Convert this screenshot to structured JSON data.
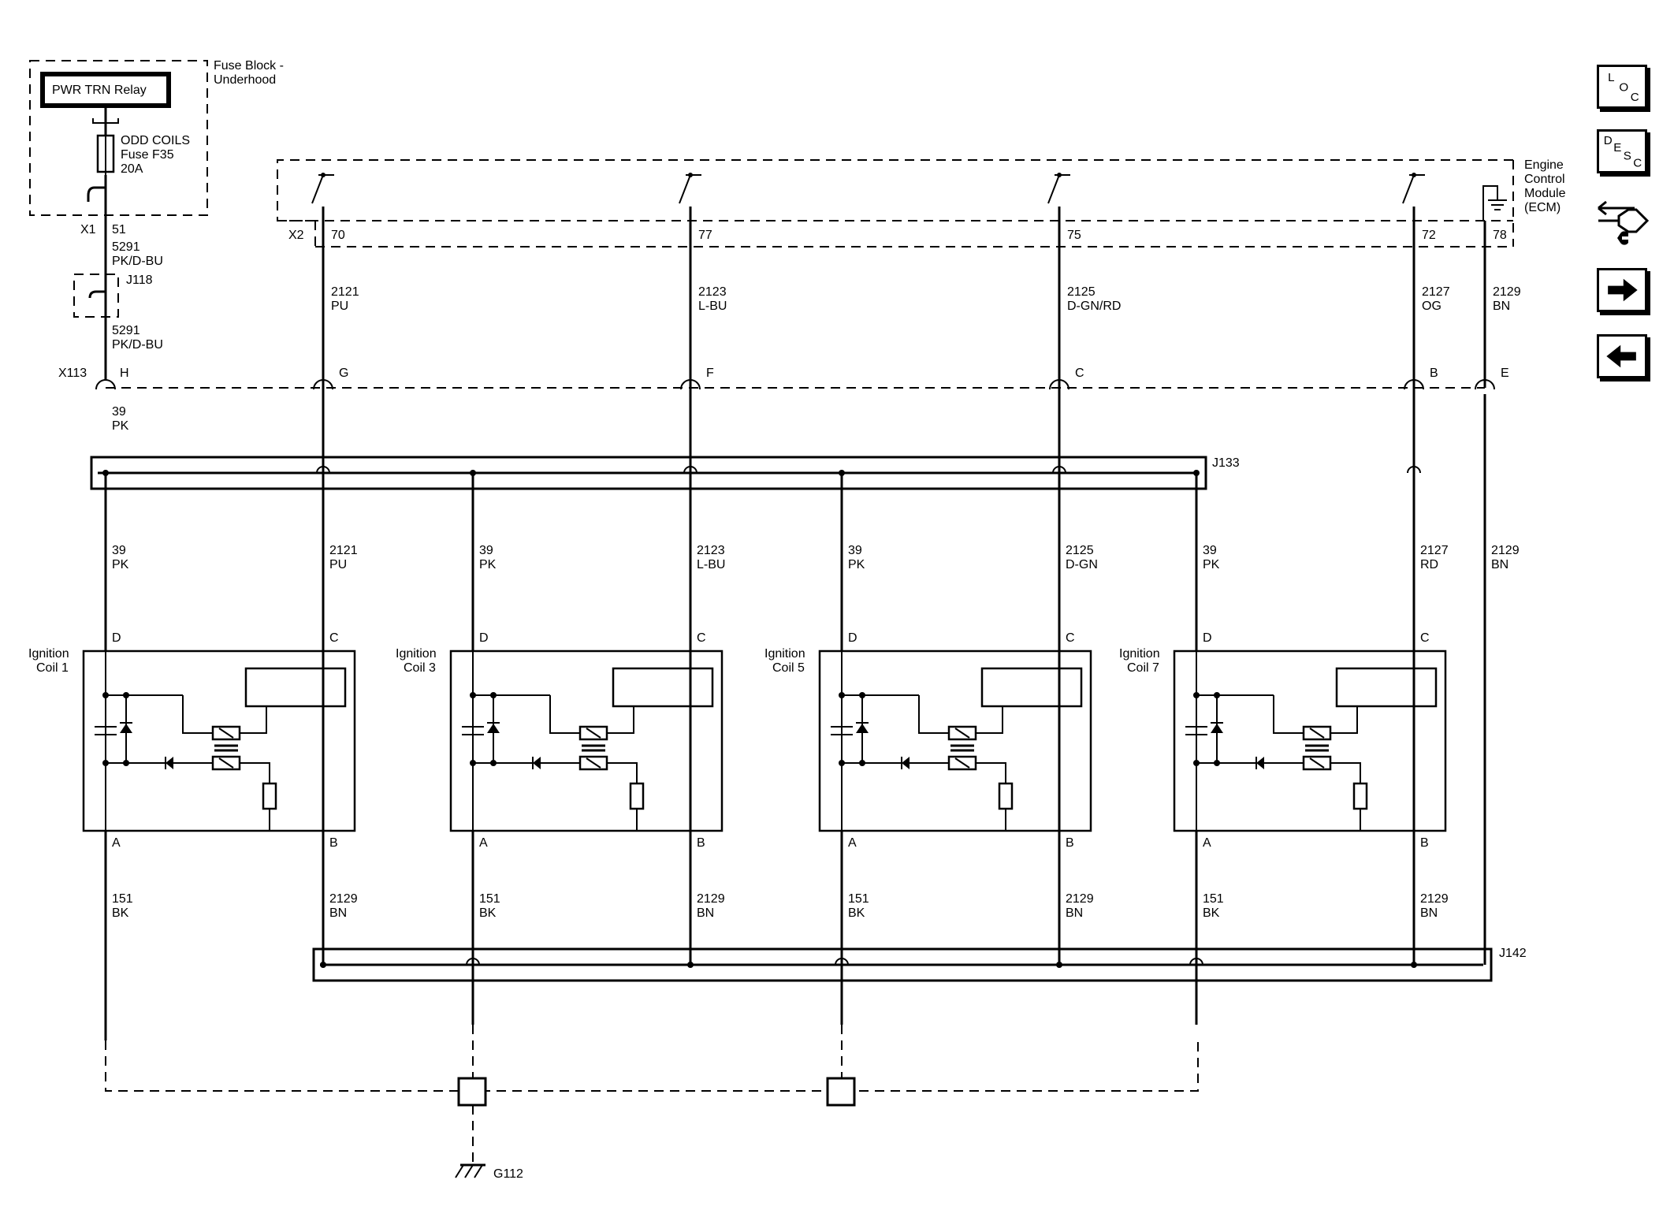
{
  "fuse_block": {
    "title": "Fuse Block -",
    "subtitle": "Underhood",
    "relay": "PWR TRN Relay",
    "fuse_line1": "ODD COILS",
    "fuse_line2": "Fuse F35",
    "fuse_line3": "20A",
    "conn": "X1",
    "pin": "51"
  },
  "ecm": {
    "line1": "Engine",
    "line2": "Control",
    "line3": "Module",
    "line4": "(ECM)",
    "conn": "X2"
  },
  "upper_wires": {
    "w5291": {
      "circuit": "5291",
      "color": "PK/D-BU"
    },
    "j118": "J118",
    "x113": "X113"
  },
  "ecm_pins": [
    {
      "pin": "70",
      "circuit": "2121",
      "color": "PU",
      "x113_pin": "G"
    },
    {
      "pin": "77",
      "circuit": "2123",
      "color": "L-BU",
      "x113_pin": "F"
    },
    {
      "pin": "75",
      "circuit": "2125",
      "color": "D-GN/RD",
      "x113_pin": "C"
    },
    {
      "pin": "72",
      "circuit": "2127",
      "color": "OG",
      "x113_pin": "B"
    },
    {
      "pin": "78",
      "circuit": "2129",
      "color": "BN",
      "x113_pin": "E"
    }
  ],
  "pk_below_x113": {
    "pin": "H",
    "circuit": "39",
    "color": "PK"
  },
  "splices": {
    "j133": "J133",
    "j142": "J142"
  },
  "coils": [
    {
      "name_line1": "Ignition",
      "name_line2": "Coil 1",
      "d_circuit": "39",
      "d_color": "PK",
      "c_circuit": "2121",
      "c_color": "PU",
      "a_circuit": "151",
      "a_color": "BK",
      "b_circuit": "2129",
      "b_color": "BN"
    },
    {
      "name_line1": "Ignition",
      "name_line2": "Coil 3",
      "d_circuit": "39",
      "d_color": "PK",
      "c_circuit": "2123",
      "c_color": "L-BU",
      "a_circuit": "151",
      "a_color": "BK",
      "b_circuit": "2129",
      "b_color": "BN"
    },
    {
      "name_line1": "Ignition",
      "name_line2": "Coil 5",
      "d_circuit": "39",
      "d_color": "PK",
      "c_circuit": "2125",
      "c_color": "D-GN",
      "a_circuit": "151",
      "a_color": "BK",
      "b_circuit": "2129",
      "b_color": "BN"
    },
    {
      "name_line1": "Ignition",
      "name_line2": "Coil 7",
      "d_circuit": "39",
      "d_color": "PK",
      "c_circuit": "2127",
      "c_color": "RD",
      "a_circuit": "151",
      "a_color": "BK",
      "b_circuit": "2129",
      "b_color": "BN"
    }
  ],
  "pin_letters": {
    "d": "D",
    "c": "C",
    "a": "A",
    "b": "B"
  },
  "ecm_ground_wire": {
    "circuit": "2129",
    "color": "BN"
  },
  "ground": "G112",
  "nav": {
    "loc": [
      "L",
      "O",
      "C"
    ],
    "desc": [
      "D",
      "E",
      "S",
      "C"
    ]
  }
}
